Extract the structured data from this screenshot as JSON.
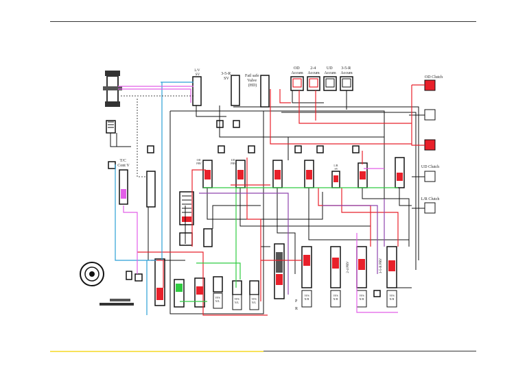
{
  "labels": {
    "od_accum": [
      "OD",
      "Accum"
    ],
    "accum_24": [
      "2-4",
      "Accum"
    ],
    "ud_accum": [
      "UD",
      "Accum"
    ],
    "accum_35r": [
      "3-5-R",
      "Accum"
    ],
    "od_clutch": "OD Clutch",
    "ud_clutch": "UD Clutch",
    "lr_clutch": "L/R Clutch",
    "sv_35r": [
      "3-5-R",
      "SV"
    ],
    "failsafe_valve": [
      "Fail safe",
      "Valve",
      "(HD)"
    ],
    "tc_cont_v": [
      "T/C",
      "Cont V"
    ],
    "lv": [
      "L/V",
      "SV"
    ],
    "pr_35r": "3-5-R PRV",
    "pr_24": "2-4 PRV",
    "p_marker": "P",
    "r_marker": "R",
    "vfs_nh": [
      "VFS",
      "N/H"
    ],
    "vfs_nl": [
      "VFS",
      "N/L"
    ],
    "od_prv": [
      "OD",
      "PRV"
    ],
    "ud_prv": [
      "UD",
      "PRV"
    ],
    "lr_sv": [
      "L/R",
      "SV"
    ]
  },
  "colors": {
    "line_pressure": "#e8202a",
    "control": "#111111",
    "cooler": "#2a9fd6",
    "lube": "#e25ee8",
    "exhaust": "#2ecc40",
    "signal": "#8e44ad",
    "clutch_fill": "#e8202a"
  }
}
